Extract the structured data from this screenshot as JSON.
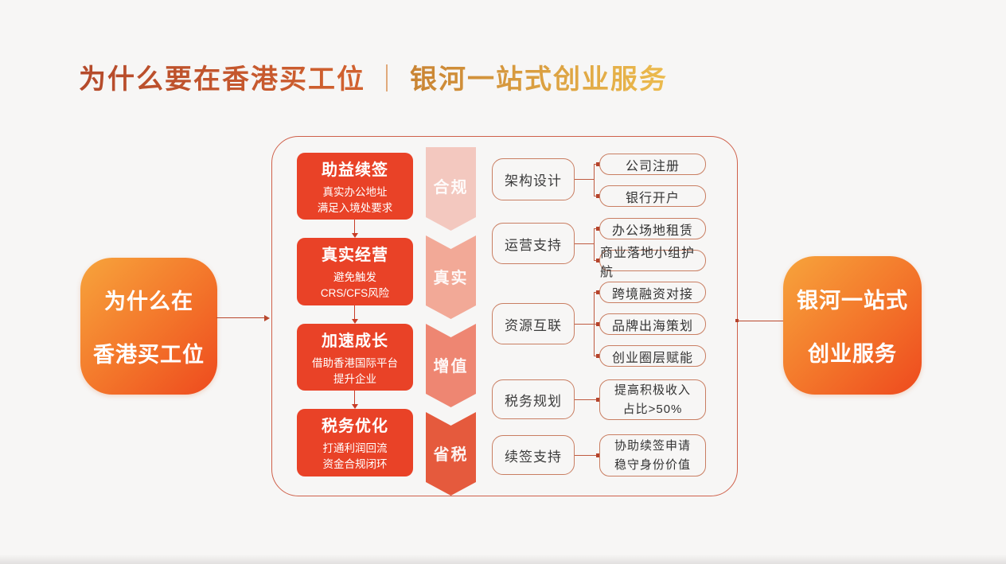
{
  "title": {
    "part1": "为什么要在香港买工位",
    "divider": "｜",
    "part2": "银河一站式创业服务"
  },
  "left_node": {
    "line1": "为什么在",
    "line2": "香港买工位"
  },
  "right_node": {
    "line1": "银河一站式",
    "line2": "创业服务"
  },
  "flow_steps": [
    {
      "title": "助益续签",
      "sub1": "真实办公地址",
      "sub2": "满足入境处要求"
    },
    {
      "title": "真实经营",
      "sub1": "避免触发",
      "sub2": "CRS/CFS风险"
    },
    {
      "title": "加速成长",
      "sub1": "借助香港国际平台",
      "sub2": "提升企业"
    },
    {
      "title": "税务优化",
      "sub1": "打通利润回流",
      "sub2": "资金合规闭环"
    }
  ],
  "stages": [
    {
      "label": "合规",
      "color": "#f3c8bf"
    },
    {
      "label": "真实",
      "color": "#f2a997"
    },
    {
      "label": "增值",
      "color": "#ee8672"
    },
    {
      "label": "省税",
      "color": "#e55a3d"
    }
  ],
  "service_groups": [
    {
      "label": "架构设计",
      "children": [
        {
          "text": "公司注册"
        },
        {
          "text": "银行开户"
        }
      ]
    },
    {
      "label": "运营支持",
      "children": [
        {
          "text": "办公场地租赁"
        },
        {
          "text": "商业落地小组护航"
        }
      ]
    },
    {
      "label": "资源互联",
      "children": [
        {
          "text": "跨境融资对接"
        },
        {
          "text": "品牌出海策划"
        },
        {
          "text": "创业圈层赋能"
        }
      ]
    },
    {
      "label": "税务规划",
      "children": [
        {
          "line1": "提高积极收入",
          "line2": "占比>50%"
        }
      ]
    },
    {
      "label": "续签支持",
      "children": [
        {
          "line1": "协助续签申请",
          "line2": "稳守身份价值"
        }
      ]
    }
  ],
  "colors": {
    "background": "#f7f6f5",
    "step_box": "#e94227",
    "node_gradient_start": "#f7a43c",
    "node_gradient_end": "#ee4a1e",
    "container_border": "#cf604a",
    "outline_box_border": "#c97e62",
    "connector": "#b9482e",
    "title_part1": "#c05030",
    "title_part2_start": "#c98434",
    "title_part2_end": "#ecbb4e"
  }
}
